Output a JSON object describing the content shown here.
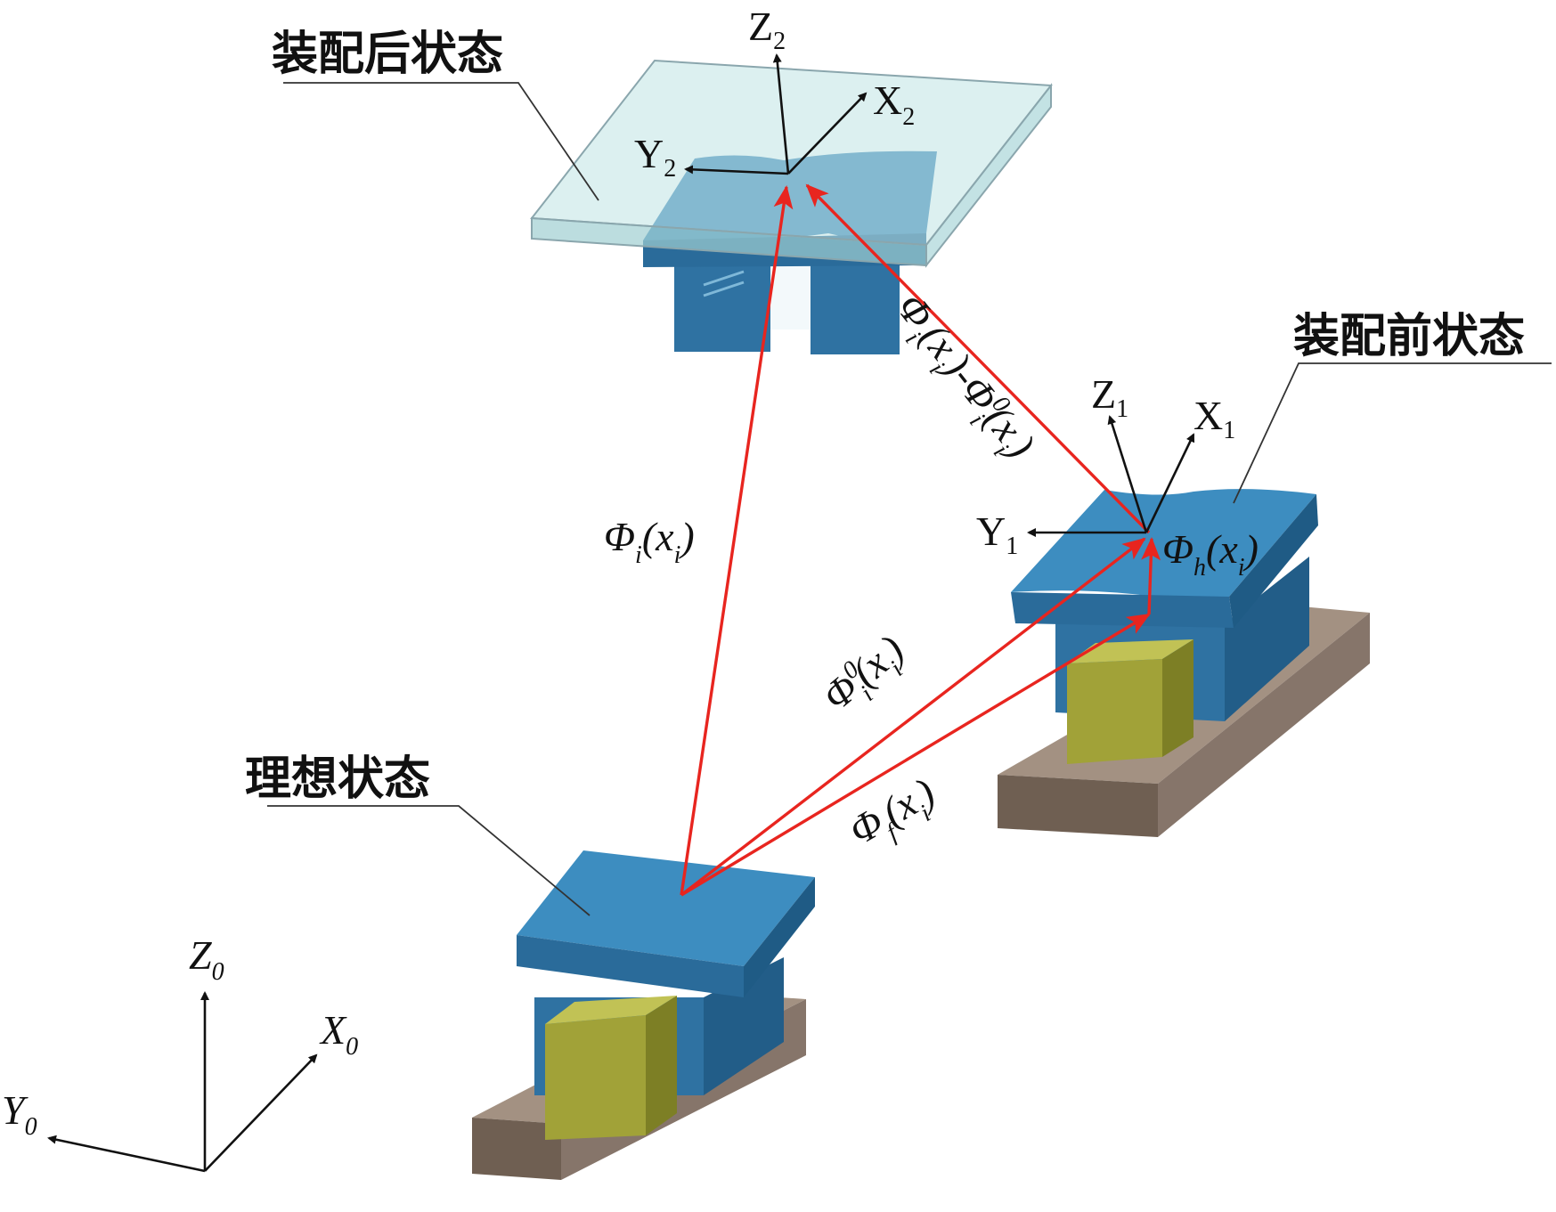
{
  "labels": {
    "after_assembly": "装配后状态",
    "before_assembly": "装配前状态",
    "ideal_state": "理想状态"
  },
  "axes": {
    "frame0": {
      "z": "Z",
      "z_sub": "0",
      "x": "X",
      "x_sub": "0",
      "y": "Y",
      "y_sub": "0"
    },
    "frame1": {
      "z": "Z",
      "z_sub": "1",
      "x": "X",
      "x_sub": "1",
      "y": "Y",
      "y_sub": "1"
    },
    "frame2": {
      "z": "Z",
      "z_sub": "2",
      "x": "X",
      "x_sub": "2",
      "y": "Y",
      "y_sub": "2"
    }
  },
  "vectors": {
    "phi_i": {
      "sym": "Φ",
      "sub": "i",
      "arg": "x",
      "arg_sub": "i"
    },
    "phi_i0": {
      "sym": "Φ",
      "sup": "0",
      "sub": "i",
      "arg": "x",
      "arg_sub": "i"
    },
    "phi_f": {
      "sym": "Φ",
      "sub": "f",
      "arg": "x",
      "arg_sub": "i"
    },
    "phi_h": {
      "sym": "Φ",
      "sub": "h",
      "arg": "x",
      "arg_sub": "i"
    },
    "phi_diff": {
      "sym": "Φ",
      "sub": "i",
      "arg": "x",
      "arg_sub": "i",
      "minus": "-",
      "sym2": "Φ",
      "sup2": "0",
      "sub2": "i",
      "arg2": "x",
      "arg2_sub": "i"
    }
  },
  "colors": {
    "vector_red": "#e8251f",
    "part_blue": "#3d86b5",
    "glass": "#bfe3e3",
    "base_brown": "#8b7765",
    "block_yellow": "#a7a93b"
  }
}
